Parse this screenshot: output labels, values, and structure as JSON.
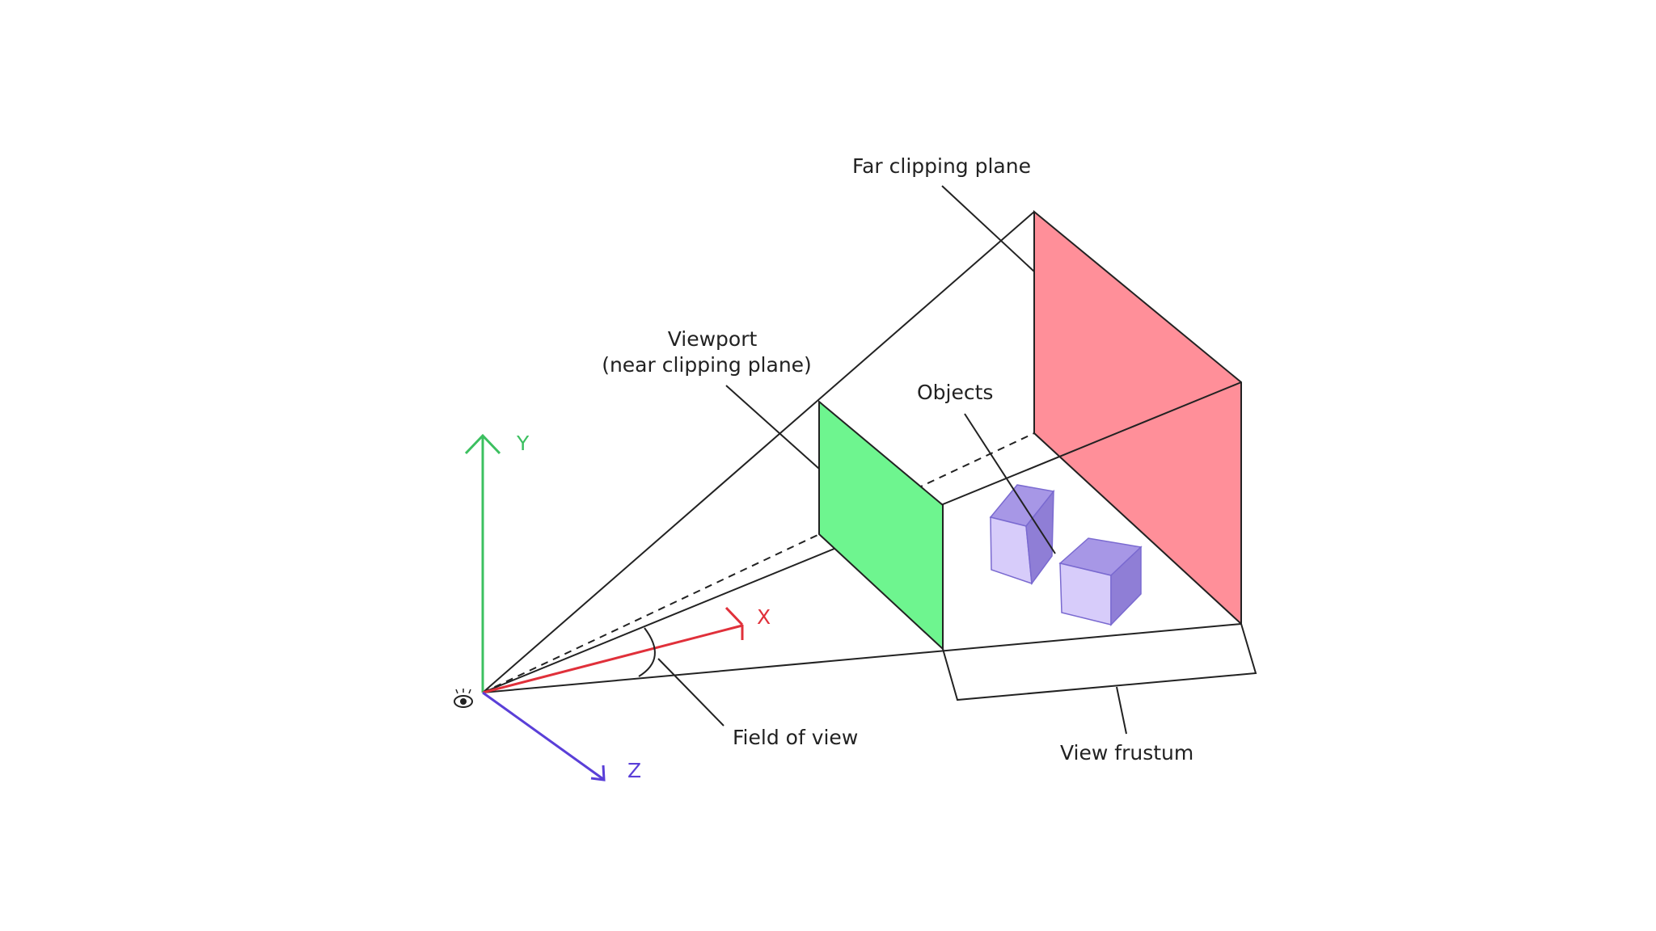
{
  "labels": {
    "far_plane": "Far clipping plane",
    "viewport_line1": "Viewport",
    "viewport_line2": "(near clipping plane)",
    "objects": "Objects",
    "field_of_view": "Field of view",
    "view_frustum": "View frustum"
  },
  "axes": {
    "x": "X",
    "y": "Y",
    "z": "Z"
  },
  "colors": {
    "far_plane_fill": "#ff8f99",
    "near_plane_fill": "#6ef58f",
    "y_axis": "#3cc060",
    "x_axis": "#e0303a",
    "z_axis": "#5a3fd8",
    "cube_front": "#d7ccfa",
    "cube_top": "#a797e6",
    "cube_side": "#8f7ed6"
  },
  "icons": {
    "camera": "eye-icon"
  }
}
